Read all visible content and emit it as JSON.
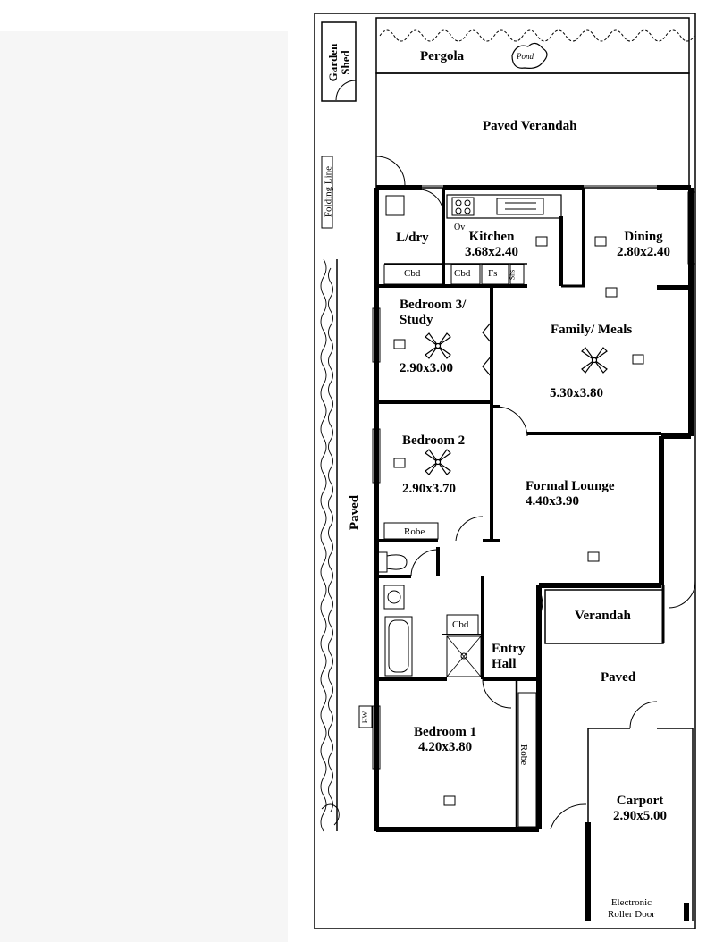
{
  "rooms": {
    "garden_shed": {
      "name": "Garden\nShed"
    },
    "pergola": {
      "name": "Pergola"
    },
    "pond": {
      "name": "Pond"
    },
    "paved_verandah": {
      "name": "Paved Verandah"
    },
    "folding_line": {
      "name": "Folding Line"
    },
    "laundry": {
      "name": "L/dry"
    },
    "kitchen": {
      "name": "Kitchen",
      "size": "3.68x2.40"
    },
    "oven": {
      "name": "Ov"
    },
    "dining": {
      "name": "Dining",
      "size": "2.80x2.40"
    },
    "bedroom3": {
      "name": "Bedroom 3/\nStudy",
      "size": "2.90x3.00"
    },
    "family": {
      "name": "Family/ Meals",
      "size": "5.30x3.80"
    },
    "bedroom2": {
      "name": "Bedroom 2",
      "size": "2.90x3.70"
    },
    "lounge": {
      "name": "Formal Lounge",
      "size": "4.40x3.90"
    },
    "entry": {
      "name": "Entry\nHall"
    },
    "verandah": {
      "name": "Verandah"
    },
    "paved_side": {
      "name": "Paved"
    },
    "paved_front": {
      "name": "Paved"
    },
    "bedroom1": {
      "name": "Bedroom 1",
      "size": "4.20x3.80"
    },
    "carport": {
      "name": "Carport",
      "size": "2.90x5.00"
    },
    "roller_door": {
      "name": "Electronic\nRoller Door"
    }
  },
  "fixtures": {
    "cbd_laundry": "Cbd",
    "cbd_kitchen": "Cbd",
    "fridge_space": "Fs",
    "shelves": "Shs",
    "robe_bed2": "Robe",
    "cbd_bath": "Cbd",
    "robe_bed1": "Robe",
    "hot_water": "HW"
  },
  "colors": {
    "ink": "#000000",
    "background": "#ffffff",
    "margin": "#f6f6f6"
  }
}
